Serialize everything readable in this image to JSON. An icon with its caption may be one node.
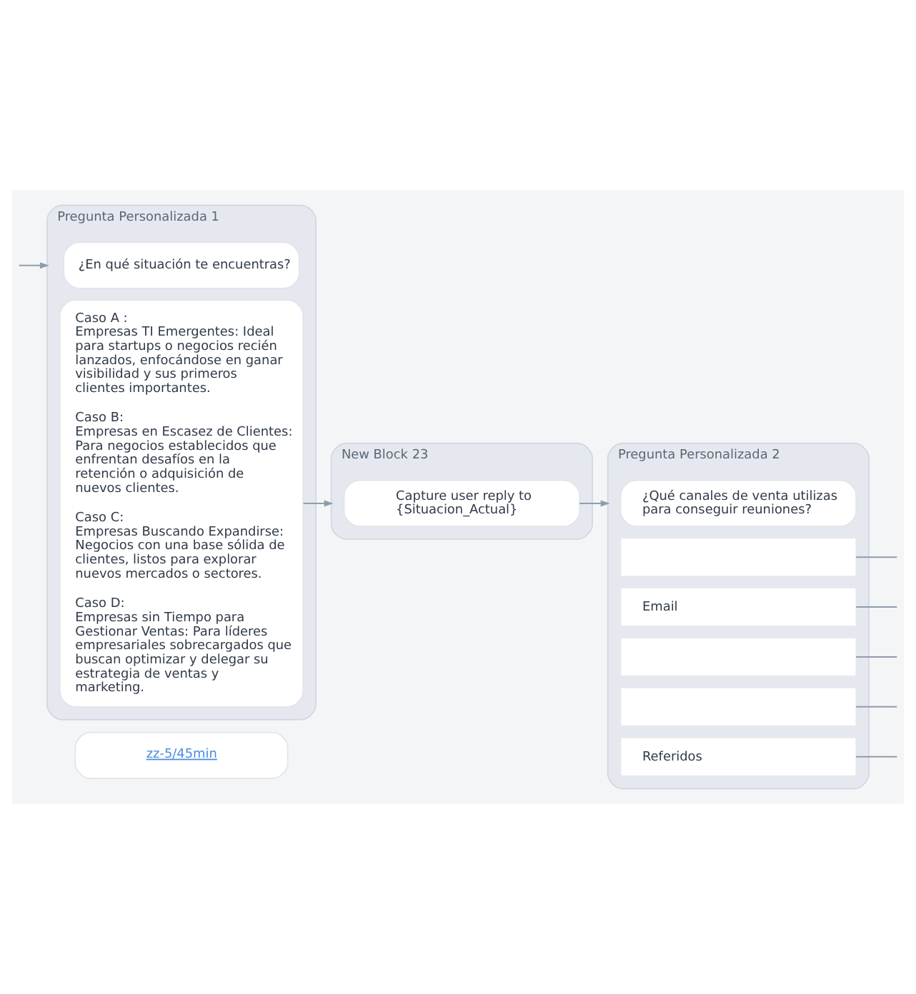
{
  "diagram": {
    "nodes": [
      {
        "text": [
          "zz-5/45min"
        ]
      },
      {
        "text": [
          "Pregunta Personalizada 2"
        ]
      },
      {
        "text": [
          "¿Qué canales de venta utilizas para conseguir reuniones?"
        ],
        "in": 1
      },
      {
        "text": [],
        "shape": "box",
        "in": 1
      },
      {
        "text": [
          "Email"
        ],
        "in": 1
      },
      {
        "text": [],
        "shape": "box",
        "in": 1
      },
      {
        "text": [],
        "shape": "box",
        "in": 1
      },
      {
        "text": [
          "Referidos"
        ],
        "in": 1
      },
      {
        "text": [
          "Pregunta Personalizada 1"
        ]
      },
      {
        "text": [
          "¿En qué situación te encuentras?"
        ],
        "in": 8
      },
      {
        "text": [
          "Caso A :",
          "Empresas TI Emergentes: Ideal para startups o negocios recién lanzados, enfocándose en ganar visibilidad y sus primeros clientes importantes.",
          "Caso B:",
          "Empresas en Escasez de Clientes: Para negocios establecidos que enfrentan desafíos en la retención o adquisición de nuevos clientes.",
          "Caso C:",
          "Empresas Buscando Expandirse: Negocios con una base sólida de clientes, listos para explorar nuevos mercados o sectores.",
          "Caso D:",
          "Empresas sin Tiempo para Gestionar Ventas: Para líderes empresariales sobrecargados que buscan optimizar y delegar su estrategia de ventas y marketing."
        ],
        "in": 8
      },
      {
        "text": [
          "New Block 23"
        ]
      },
      {
        "text": [
          "Capture user reply to {Situacion_Actual}"
        ],
        "in": 11
      }
    ],
    "edges": [
      {
        "from": null,
        "to": 8,
        "arrow": "to"
      },
      {
        "from": 10,
        "to": 11,
        "arrow": "to"
      },
      {
        "from": 12,
        "to": 1,
        "arrow": "to"
      },
      {
        "from": 3,
        "to": null,
        "arrow": "none"
      },
      {
        "from": 4,
        "to": null,
        "arrow": "none"
      },
      {
        "from": 5,
        "to": null,
        "arrow": "none"
      },
      {
        "from": 6,
        "to": null,
        "arrow": "none"
      },
      {
        "from": 7,
        "to": null,
        "arrow": "none"
      }
    ]
  }
}
